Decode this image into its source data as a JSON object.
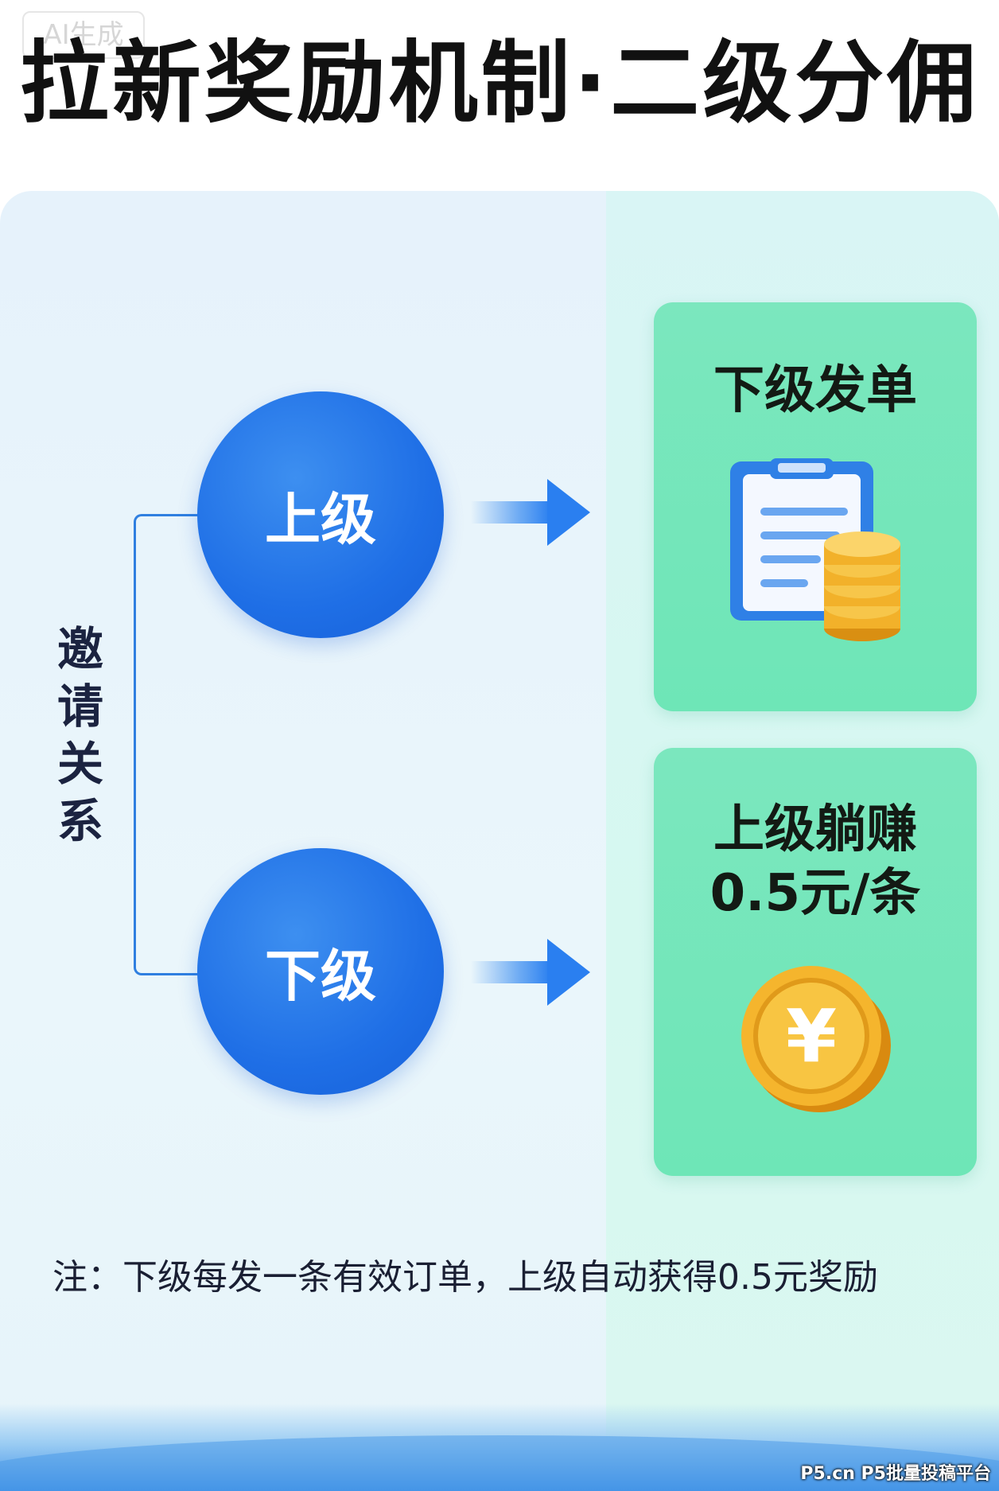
{
  "watermark": {
    "top_left": "AI生成"
  },
  "title": "拉新奖励机制·二级分佣",
  "relationship": {
    "label": "邀请关系",
    "upper": "上级",
    "lower": "下级"
  },
  "cards": {
    "lower_order": {
      "title": "下级发单",
      "icon": "clipboard-with-coins-icon"
    },
    "upper_earn": {
      "title": "上级躺赚",
      "subtitle": "0.5元/条",
      "icon": "yuan-coin-icon"
    }
  },
  "note": "注：下级每发一条有效订单，上级自动获得0.5元奖励",
  "footer": {
    "brand": "P5.cn P5批量投稿平台"
  },
  "colors": {
    "primary_blue": "#1f6fe6",
    "card_green": "#74e6ba",
    "coin_gold": "#f4b52b",
    "title_text": "#111111"
  }
}
